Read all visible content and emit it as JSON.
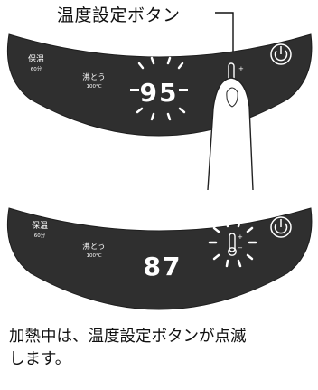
{
  "callout": {
    "label": "温度設定ボタン"
  },
  "panel_1": {
    "keep_warm_label": "保温",
    "keep_warm_time": "60分",
    "boil_label": "沸とう",
    "boil_temp": "100°C",
    "display_value": "95"
  },
  "panel_2": {
    "keep_warm_label": "保温",
    "keep_warm_time": "60分",
    "boil_label": "沸とう",
    "boil_temp": "100°C",
    "display_value": "87"
  },
  "caption": {
    "text": "加熱中は、温度設定ボタンが点滅\nします。"
  },
  "colors": {
    "panel": "#2f2f2f",
    "panel_edge": "#1d1d1d",
    "panel_text": "#ffffff",
    "finger_fill": "#ffffff",
    "finger_stroke": "#222222"
  },
  "icons": [
    "power-icon",
    "thermometer-icon"
  ]
}
